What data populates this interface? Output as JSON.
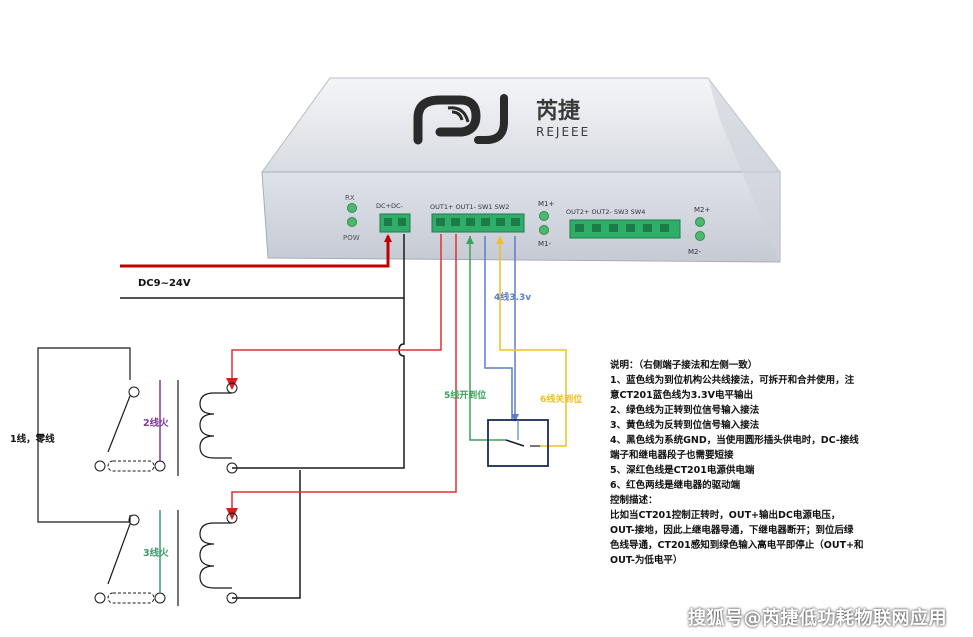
{
  "device": {
    "brand_cn": "芮捷",
    "brand_en": "REJEEE",
    "led_rx": "RX",
    "led_pow": "POW",
    "port_power": "DC+DC-",
    "port_group1": "OUT1+ OUT1- SW1 SW2",
    "port_m1_top": "M1+",
    "port_m1_bottom": "M1-",
    "port_group2": "OUT2+ OUT2- SW3 SW4",
    "port_m2_top": "M2+",
    "port_m2_bottom": "M2-"
  },
  "labels": {
    "dc_supply": "DC9~24V",
    "line1": "1线，零线",
    "line2": "2线火",
    "line3": "3线火",
    "line4": "4线3.3v",
    "line5": "5线开到位",
    "line6": "6线关到位"
  },
  "notes": [
    "说明：（右侧端子接法和左侧一致）",
    "1、蓝色线为到位机构公共线接法，可拆开和合并使用，注",
    "意CT201蓝色线为3.3V电平输出",
    "2、绿色线为正转到位信号输入接法",
    "3、黄色线为反转到位信号输入接法",
    "4、黑色线为系统GND，当使用圆形插头供电时，DC-接线",
    "端子和继电器段子也需要短接",
    "5、深红色线是CT201电源供电端",
    "6、红色两线是继电器的驱动端",
    "控制描述：",
    "比如当CT201控制正转时，OUT+输出DC电源电压，",
    "OUT-接地，因此上继电器导通，下继电器断开；到位后绿",
    "色线导通，CT201感知到绿色输入高电平即停止（OUT+和",
    "OUT-为低电平）"
  ],
  "watermark": "搜狐号@芮捷低功耗物联网应用",
  "colors": {
    "dark_red": "#c00000",
    "red": "#e03030",
    "black": "#1a1a1a",
    "blue": "#5b7fc8",
    "green": "#3aa35a",
    "yellow": "#f0c020",
    "purple": "#7a3a9a",
    "teal": "#3a9a6a",
    "terminal_green": "#2fae6a",
    "box_face": "#e4e6ec"
  },
  "icons": {
    "logo": "rejeee-logo-icon",
    "switch": "limit-switch-icon",
    "relay_upper": "relay-coil-icon",
    "relay_lower": "relay-coil-icon"
  }
}
